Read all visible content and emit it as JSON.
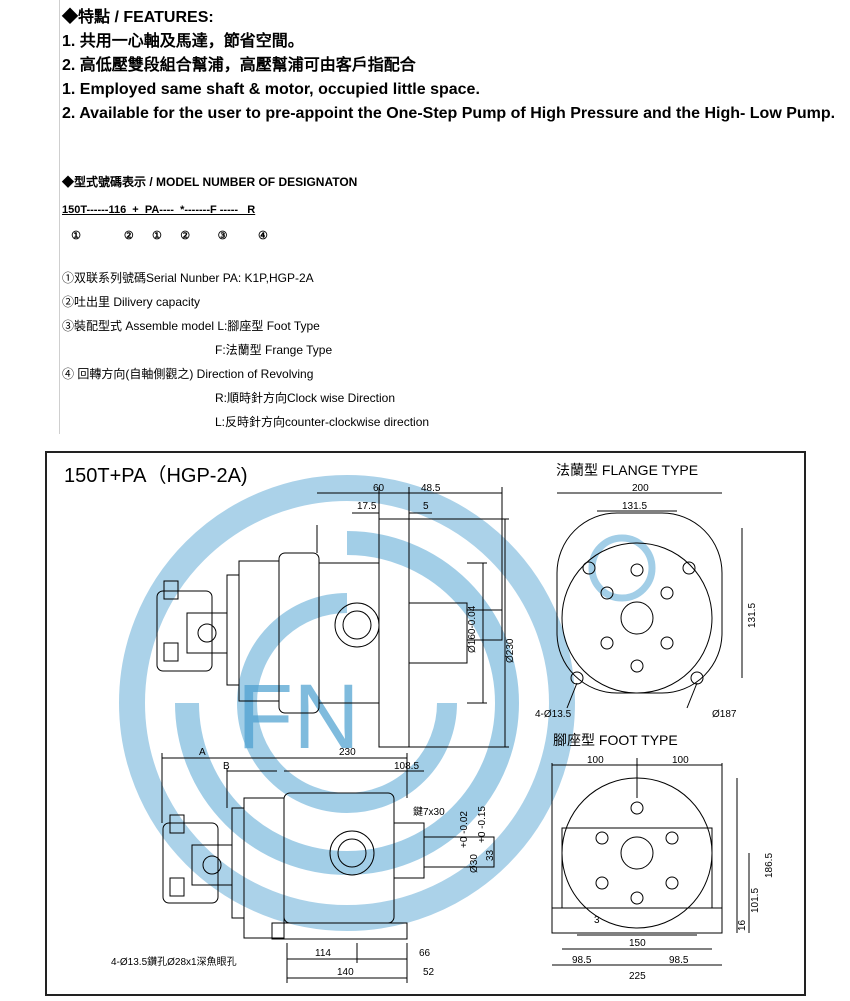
{
  "features": {
    "heading": "◆特點 / FEATURES:",
    "lines": [
      "1. 共用一心軸及馬達，節省空間。",
      "2. 高低壓雙段組合幫浦，高壓幫浦可由客戶指配合",
      "1.  Employed same shaft & motor, occupied little space.",
      "2.  Available for the user to pre-appoint the One-Step Pump of High Pressure and the High- Low Pump."
    ]
  },
  "model": {
    "title": "◆型式號碼表示 / MODEL NUMBER OF DESIGNATON",
    "code": "150T------116  +  PA----  *-------F -----   R",
    "numbers": "   ①              ②      ①      ②         ③          ④",
    "definitions": {
      "d1": "①双联系列號碼Serial Nunber    PA: K1P,HGP-2A",
      "d2": "②吐出里 Dilivery capacity",
      "d3": "③裝配型式 Assemble model    L:腳座型 Foot Type",
      "d4": "F:法蘭型 Frange Type",
      "d5": "④ 回轉方向(自軸側觀之) Direction of Revolving",
      "d6": "R:順時針方向Clock wise Direction",
      "d7": "L:反時針方向counter-clockwise direction"
    }
  },
  "drawing": {
    "title": "150T+PA（HGP-2A)",
    "flange_label": "法蘭型  FLANGE TYPE",
    "foot_label": "腳座型  FOOT TYPE",
    "watermark": "FN",
    "dims": {
      "d60": "60",
      "d48_5": "48.5",
      "d17_5": "17.5",
      "d5": "5",
      "d160": "Ø160-0.04",
      "d160_tol": "+0",
      "d230v": "Ø230",
      "d200": "200",
      "d131_5h": "131.5",
      "d131_5v": "131.5",
      "d4_13_5": "4-Ø13.5",
      "d187": "Ø187",
      "dA": "A",
      "dB": "B",
      "d230": "230",
      "d108_5": "108.5",
      "key": "鍵7x30",
      "d30": "Ø30",
      "d30tol": "+0 -0.02",
      "d33": "33",
      "d33tol": "+0 -0.15",
      "d114": "114",
      "d66": "66",
      "d140": "140",
      "d52": "52",
      "foot_holes": "4-Ø13.5鑽孔Ø28x1深魚眼孔",
      "d100a": "100",
      "d100b": "100",
      "d186_5": "186.5",
      "d101_5": "101.5",
      "d16": "16",
      "d3": "3",
      "d150": "150",
      "d98_5a": "98.5",
      "d98_5b": "98.5",
      "d225": "225"
    }
  },
  "colors": {
    "watermark": "#4a9fd0",
    "line": "#000000",
    "frame": "#222222"
  }
}
